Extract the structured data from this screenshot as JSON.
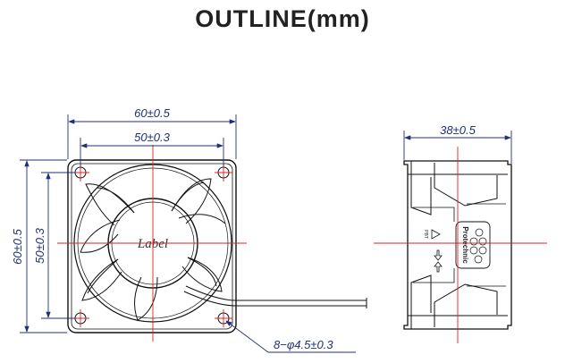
{
  "title": "OUTLINE(mm)",
  "front_view": {
    "width_overall": "60±0.5",
    "width_hole": "50±0.3",
    "height_overall": "60±0.5",
    "height_hole": "50±0.3",
    "hub_label": "Label",
    "holes": "8−φ4.5±0.3"
  },
  "side_view": {
    "depth": "38±0.5",
    "brand": "Protechnic",
    "mark": "PBT"
  },
  "colors": {
    "dimension": "#1f2f7a",
    "centerline": "#d22222",
    "outline": "#111111"
  }
}
